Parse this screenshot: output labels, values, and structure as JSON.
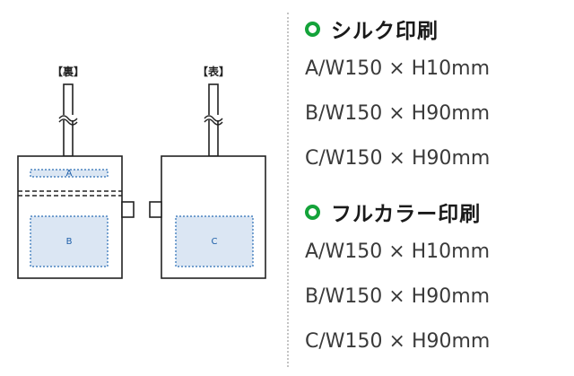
{
  "diagram": {
    "back_label": "【裏】",
    "front_label": "【表】",
    "areas": {
      "a": "A",
      "b": "B",
      "c": "C"
    }
  },
  "sections": [
    {
      "title": "シルク印刷",
      "specs": [
        "A/W150 × H10mm",
        "B/W150 × H90mm",
        "C/W150 × H90mm"
      ]
    },
    {
      "title": "フルカラー印刷",
      "specs": [
        "A/W150 × H10mm",
        "B/W150 × H90mm",
        "C/W150 × H90mm"
      ]
    }
  ],
  "colors": {
    "accent_ring": "#14a33a",
    "print_area_fill": "#dbe6f3",
    "print_area_border": "#2a6db5"
  }
}
